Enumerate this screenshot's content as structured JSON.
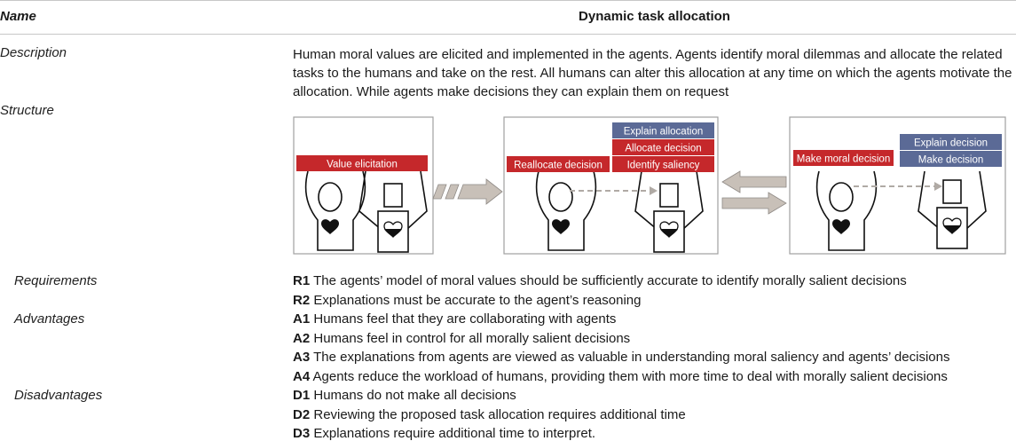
{
  "header": {
    "name_label": "Name",
    "title": "Dynamic task allocation"
  },
  "description": {
    "label": "Description",
    "text": "Human moral values are elicited and implemented in the agents. Agents identify moral dilemmas and allocate the related tasks to the humans and take on the rest. All humans can alter this allocation at any time on which the agents motivate the allocation. While agents make decisions they can explain them on request"
  },
  "structure": {
    "label": "Structure",
    "panel1": {
      "box": "Value elicitation"
    },
    "panel2": {
      "left_box": "Reallocate decision",
      "stack": [
        "Explain allocation",
        "Allocate decision",
        "Identify saliency"
      ]
    },
    "panel3": {
      "left_box": "Make moral decision",
      "stack": [
        "Explain decision",
        "Make decision"
      ]
    },
    "colors": {
      "red": "#c5282b",
      "blue": "#5b6a96",
      "arrow": "#c8c0b8",
      "border": "#a0a0a0"
    }
  },
  "requirements": {
    "label": "Requirements",
    "items": [
      {
        "code": "R1",
        "text": " The agents’ model of moral values should be sufficiently accurate to identify morally salient decisions"
      },
      {
        "code": "R2",
        "text": " Explanations must be accurate to the agent’s reasoning"
      }
    ]
  },
  "advantages": {
    "label": "Advantages",
    "items": [
      {
        "code": "A1",
        "text": " Humans feel that they are collaborating with agents"
      },
      {
        "code": "A2",
        "text": " Humans feel in control for all morally salient decisions"
      },
      {
        "code": "A3",
        "text": " The explanations from agents are viewed as valuable in understanding moral saliency and agents’ decisions"
      },
      {
        "code": "A4",
        "text": " Agents reduce the workload of humans, providing them with more time to deal with morally salient decisions"
      }
    ]
  },
  "disadvantages": {
    "label": "Disadvantages",
    "items": [
      {
        "code": "D1",
        "text": " Humans do not make all decisions"
      },
      {
        "code": "D2",
        "text": " Reviewing the proposed task allocation requires additional time"
      },
      {
        "code": "D3",
        "text": " Explanations require additional time to interpret."
      }
    ]
  }
}
